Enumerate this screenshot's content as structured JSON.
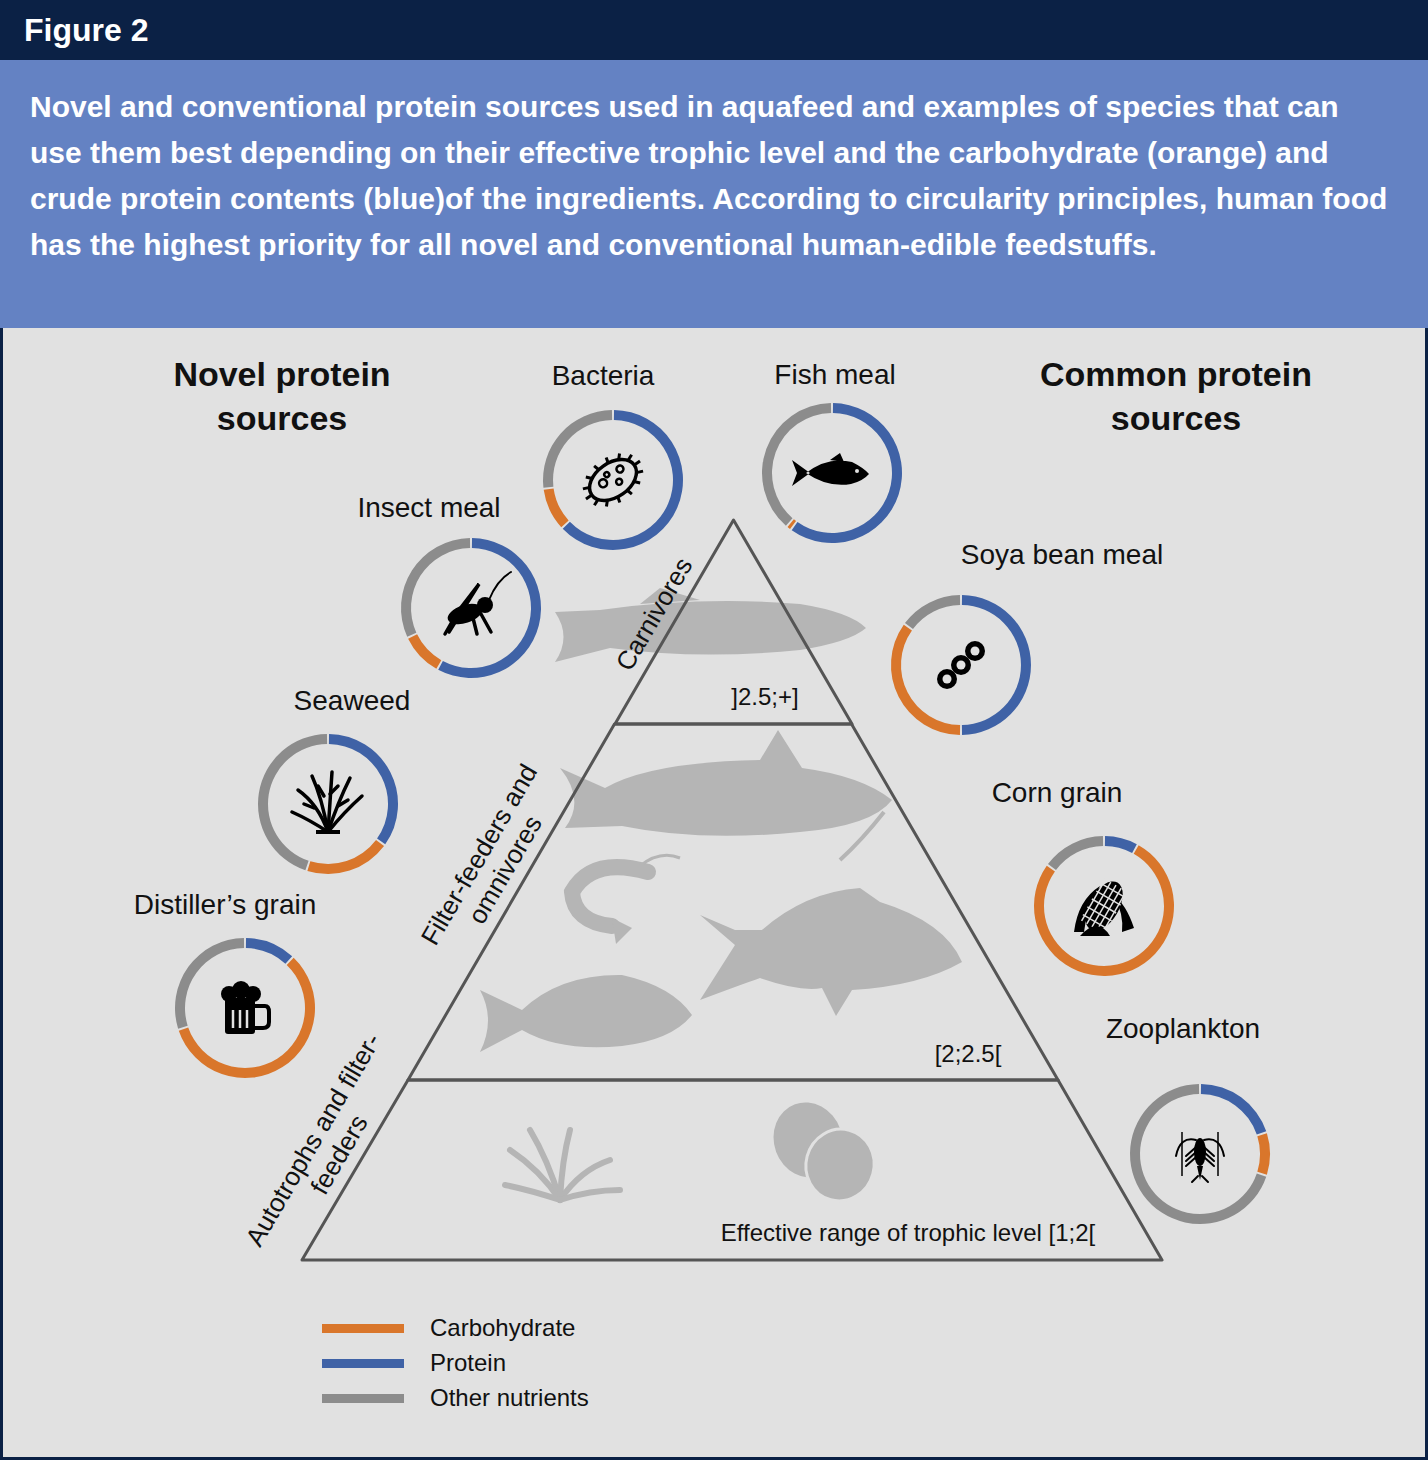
{
  "diagram": {
    "title": "Figure 2",
    "caption": "Novel and conventional protein sources used in aquafeed and examples of species that can use them best depending on their effective trophic level and the carbohydrate (orange) and crude protein contents (blue)of the ingredients. According to circularity principles, human food has the highest priority for all novel and conventional human-edible feedstuffs.",
    "nodes": [
      {
        "text": [
          "Bacteria"
        ]
      },
      {
        "text": [
          "Fish meal"
        ]
      },
      {
        "text": [
          "Insect meal"
        ]
      },
      {
        "text": [
          "Soya bean meal"
        ]
      },
      {
        "text": [
          "Seaweed"
        ]
      },
      {
        "text": [
          "Corn grain"
        ]
      },
      {
        "text": [
          "Distiller’s grain"
        ]
      },
      {
        "text": [
          "Zooplankton"
        ]
      },
      {
        "text": [
          "Carnivores",
          "]2.5;+]"
        ]
      },
      {
        "text": [
          "Filter-feeders and omnivores",
          "[2;2.5["
        ]
      },
      {
        "text": [
          "Autotrophs and filter-feeders",
          "Effective range of trophic level [1;2["
        ]
      }
    ],
    "labels": [
      "Novel protein sources",
      "Common protein sources"
    ],
    "legend": [
      {
        "text": "Carbohydrate",
        "color": "#d9762b"
      },
      {
        "text": "Protein",
        "color": "#3f62a6"
      },
      {
        "text": "Other nutrients",
        "color": "#8c8c8c"
      }
    ]
  }
}
